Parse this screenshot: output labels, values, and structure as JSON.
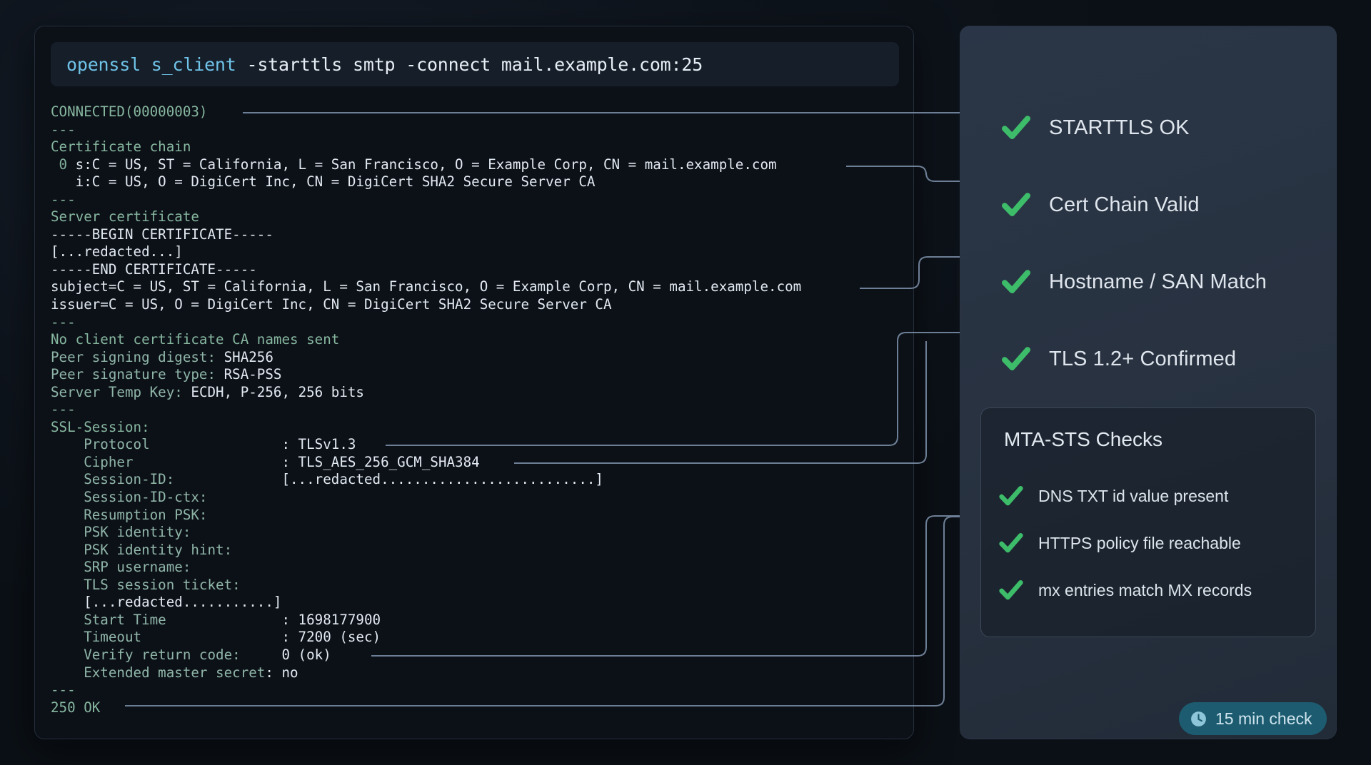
{
  "terminal": {
    "command": {
      "keyword": "openssl s_client",
      "rest": " -starttls smtp -connect mail.example.com:25",
      "full": "openssl s_client -starttls smtp -connect mail.example.com:25"
    },
    "lines": [
      {
        "text": "CONNECTED(00000003)",
        "style": "green"
      },
      {
        "text": "---",
        "style": "green"
      },
      {
        "text": "Certificate chain",
        "style": "green"
      },
      {
        "text": " 0 s:C = US, ST = California, L = San Francisco, O = Example Corp, CN = mail.example.com",
        "style": "white"
      },
      {
        "text": "   i:C = US, O = DigiCert Inc, CN = DigiCert SHA2 Secure Server CA",
        "style": "white"
      },
      {
        "text": "---",
        "style": "green"
      },
      {
        "text": "Server certificate",
        "style": "green"
      },
      {
        "text": "-----BEGIN CERTIFICATE-----",
        "style": "white"
      },
      {
        "text": "[...redacted...]",
        "style": "white"
      },
      {
        "text": "-----END CERTIFICATE-----",
        "style": "white"
      },
      {
        "text": "subject=C = US, ST = California, L = San Francisco, O = Example Corp, CN = mail.example.com",
        "style": "white"
      },
      {
        "text": "issuer=C = US, O = DigiCert Inc, CN = DigiCert SHA2 Secure Server CA",
        "style": "white"
      },
      {
        "text": "---",
        "style": "green"
      },
      {
        "text": "No client certificate CA names sent",
        "style": "green"
      },
      {
        "text": "Peer signing digest: SHA256",
        "style": "label",
        "split": 20
      },
      {
        "text": "Peer signature type: RSA-PSS",
        "style": "label",
        "split": 20
      },
      {
        "text": "Server Temp Key: ECDH, P-256, 256 bits",
        "style": "label",
        "split": 16
      },
      {
        "text": "---",
        "style": "green"
      },
      {
        "text": "SSL-Session:",
        "style": "green"
      },
      {
        "text": "    Protocol                : TLSv1.3",
        "style": "label",
        "split": 28
      },
      {
        "text": "    Cipher                  : TLS_AES_256_GCM_SHA384",
        "style": "label",
        "split": 28
      },
      {
        "text": "    Session-ID:             [...redacted..........................]",
        "style": "label",
        "split": 24
      },
      {
        "text": "    Session-ID-ctx:",
        "style": "label",
        "split": 99
      },
      {
        "text": "    Resumption PSK:",
        "style": "label",
        "split": 99
      },
      {
        "text": "    PSK identity:",
        "style": "label",
        "split": 99
      },
      {
        "text": "    PSK identity hint:",
        "style": "label",
        "split": 99
      },
      {
        "text": "    SRP username:",
        "style": "label",
        "split": 99
      },
      {
        "text": "    TLS session ticket:",
        "style": "label",
        "split": 99
      },
      {
        "text": "    [...redacted...........]",
        "style": "white"
      },
      {
        "text": "    Start Time              : 1698177900",
        "style": "label",
        "split": 28
      },
      {
        "text": "    Timeout                 : 7200 (sec)",
        "style": "label",
        "split": 28
      },
      {
        "text": "    Verify return code:     0 (ok)",
        "style": "label",
        "split": 24
      },
      {
        "text": "    Extended master secret: no",
        "style": "label",
        "split": 26
      },
      {
        "text": "---",
        "style": "green"
      },
      {
        "text": "250 OK",
        "style": "green"
      }
    ]
  },
  "panel": {
    "checks": [
      {
        "label": "STARTTLS OK"
      },
      {
        "label": "Cert Chain Valid"
      },
      {
        "label": "Hostname / SAN Match"
      },
      {
        "label": "TLS 1.2+ Confirmed"
      }
    ],
    "mta": {
      "title": "MTA-STS Checks",
      "items": [
        {
          "label": "DNS TXT id value present"
        },
        {
          "label": "HTTPS policy file reachable"
        },
        {
          "label": "mx entries match MX records"
        }
      ]
    }
  },
  "badge": {
    "label": "15 min check",
    "icon": "clock-icon"
  },
  "colors": {
    "check_green": "#3dbd6a",
    "badge_bg": "#1d5c70",
    "terminal_bg": "#0c1118",
    "panel_bg": "#2a3647",
    "accent_cyan": "#6fc3e8",
    "terminal_green": "#87b79f",
    "connector": "#7f93ad"
  }
}
